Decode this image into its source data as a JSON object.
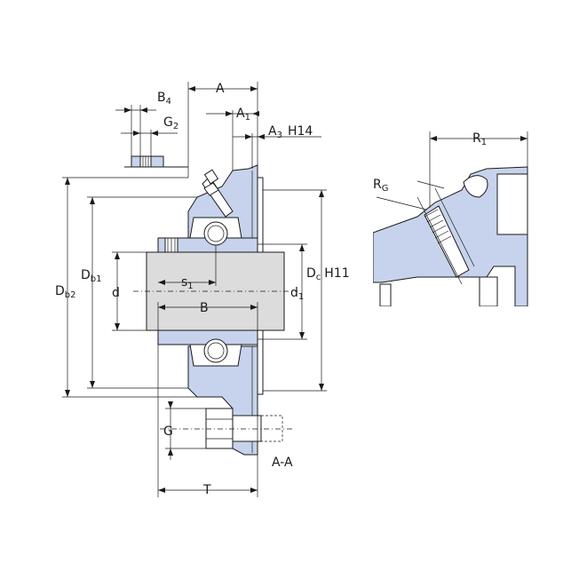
{
  "dimensions": {
    "A": "A",
    "A1": "A",
    "A1_sub": "1",
    "A3": "A",
    "A3_sub": "3",
    "A3_tol": "H14",
    "B4": "B",
    "B4_sub": "4",
    "G2": "G",
    "G2_sub": "2",
    "Db2": "D",
    "Db2_sub": "b2",
    "Db1": "D",
    "Db1_sub": "b1",
    "d": "d",
    "s1": "s",
    "s1_sub": "1",
    "B": "B",
    "Dc": "D",
    "Dc_sub": "c",
    "Dc_tol": "H11",
    "d1": "d",
    "d1_sub": "1",
    "G": "G",
    "T": "T",
    "R1": "R",
    "R1_sub": "1",
    "RG": "R",
    "RG_sub": "G"
  },
  "section_label": "A-A",
  "colors": {
    "housing": "#c7d3ec",
    "outline": "#1a1a1a"
  }
}
